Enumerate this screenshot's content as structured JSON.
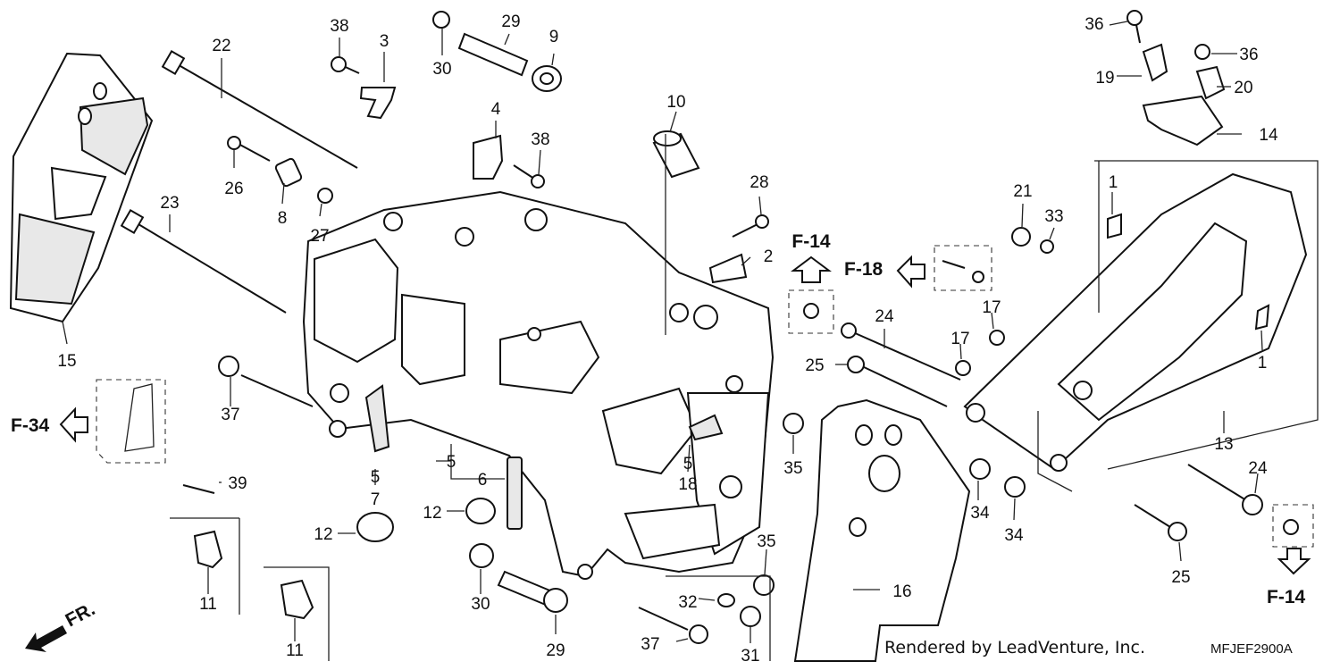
{
  "callouts": [
    "1",
    "1",
    "2",
    "3",
    "4",
    "5",
    "5",
    "5",
    "6",
    "7",
    "8",
    "9",
    "10",
    "11",
    "11",
    "12",
    "12",
    "13",
    "14",
    "15",
    "16",
    "17",
    "17",
    "18",
    "19",
    "20",
    "21",
    "22",
    "23",
    "24",
    "24",
    "25",
    "25",
    "26",
    "27",
    "28",
    "29",
    "29",
    "30",
    "30",
    "31",
    "32",
    "33",
    "34",
    "34",
    "35",
    "35",
    "36",
    "36",
    "37",
    "37",
    "38",
    "38",
    "39"
  ],
  "refs": [
    "F-14",
    "F-18",
    "F-34",
    "F-14"
  ],
  "credit": "Rendered by LeadVenture, Inc.",
  "diagram_code": "MFJEF2900A",
  "front_label": "FR.",
  "icons": [
    "arrow-up-icon",
    "arrow-left-icon",
    "arrow-left-icon",
    "arrow-down-icon",
    "front-arrow-icon"
  ]
}
